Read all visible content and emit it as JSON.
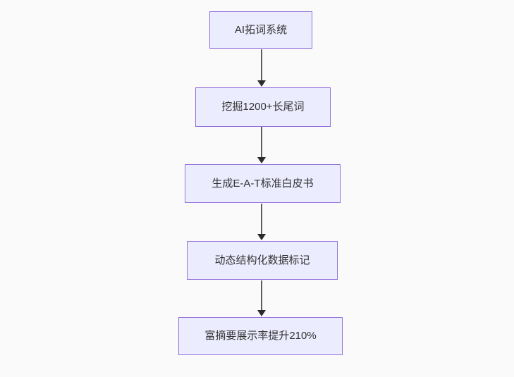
{
  "diagram": {
    "type": "flowchart",
    "direction": "top-down",
    "nodes": [
      {
        "id": "n1",
        "label": "AI拓词系统"
      },
      {
        "id": "n2",
        "label": "挖掘1200+长尾词"
      },
      {
        "id": "n3",
        "label": "生成E-A-T标准白皮书"
      },
      {
        "id": "n4",
        "label": "动态结构化数据标记"
      },
      {
        "id": "n5",
        "label": "富摘要展示率提升210%"
      }
    ],
    "edges": [
      {
        "from": "n1",
        "to": "n2"
      },
      {
        "from": "n2",
        "to": "n3"
      },
      {
        "from": "n3",
        "to": "n4"
      },
      {
        "from": "n4",
        "to": "n5"
      }
    ],
    "colors": {
      "background": "#fafafa",
      "node_fill": "#ececff",
      "node_border": "#9370db",
      "node_text": "#333333",
      "edge_line": "#5c5c5c",
      "edge_head": "#2b2b2b"
    }
  }
}
